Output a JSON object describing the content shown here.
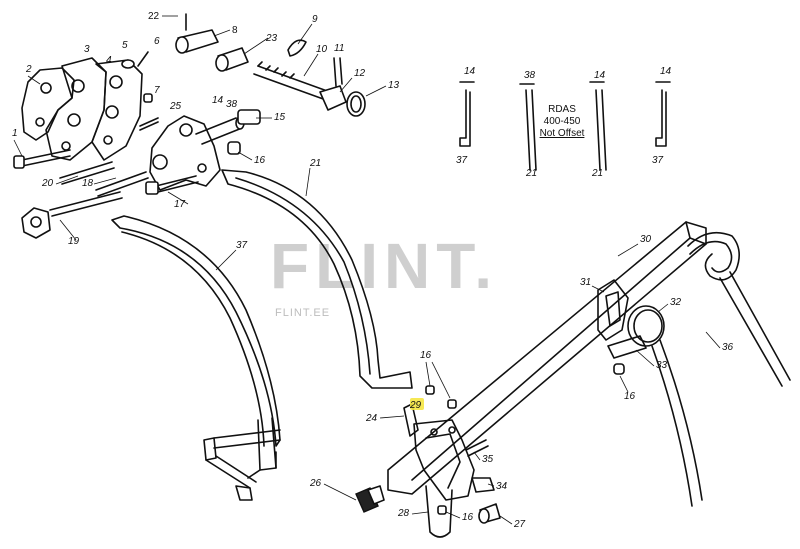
{
  "diagram": {
    "labels": [
      {
        "id": "22",
        "text": "22"
      },
      {
        "id": "8",
        "text": "8"
      },
      {
        "id": "9",
        "text": "9"
      },
      {
        "id": "6",
        "text": "6"
      },
      {
        "id": "5",
        "text": "5"
      },
      {
        "id": "3",
        "text": "3"
      },
      {
        "id": "23",
        "text": "23"
      },
      {
        "id": "10",
        "text": "10"
      },
      {
        "id": "11",
        "text": "11"
      },
      {
        "id": "4",
        "text": "4"
      },
      {
        "id": "2",
        "text": "2"
      },
      {
        "id": "12",
        "text": "12"
      },
      {
        "id": "13",
        "text": "13"
      },
      {
        "id": "7",
        "text": "7"
      },
      {
        "id": "38a",
        "text": "38"
      },
      {
        "id": "14a",
        "text": "14"
      },
      {
        "id": "25",
        "text": "25"
      },
      {
        "id": "15",
        "text": "15"
      },
      {
        "id": "1",
        "text": "1"
      },
      {
        "id": "16a",
        "text": "16"
      },
      {
        "id": "20",
        "text": "20"
      },
      {
        "id": "21a",
        "text": "21"
      },
      {
        "id": "18",
        "text": "18"
      },
      {
        "id": "17",
        "text": "17"
      },
      {
        "id": "19",
        "text": "19"
      },
      {
        "id": "37a",
        "text": "37"
      },
      {
        "id": "30",
        "text": "30"
      },
      {
        "id": "31",
        "text": "31"
      },
      {
        "id": "32",
        "text": "32"
      },
      {
        "id": "36",
        "text": "36"
      },
      {
        "id": "33",
        "text": "33"
      },
      {
        "id": "16b",
        "text": "16"
      },
      {
        "id": "16c",
        "text": "16"
      },
      {
        "id": "29",
        "text": "29"
      },
      {
        "id": "24",
        "text": "24"
      },
      {
        "id": "35",
        "text": "35"
      },
      {
        "id": "34",
        "text": "34"
      },
      {
        "id": "26",
        "text": "26"
      },
      {
        "id": "28",
        "text": "28"
      },
      {
        "id": "16d",
        "text": "16"
      },
      {
        "id": "27",
        "text": "27"
      },
      {
        "id": "14b",
        "text": "14"
      },
      {
        "id": "37b",
        "text": "37"
      },
      {
        "id": "38b",
        "text": "38"
      },
      {
        "id": "21b",
        "text": "21"
      },
      {
        "id": "14c",
        "text": "14"
      },
      {
        "id": "21c",
        "text": "21"
      },
      {
        "id": "14d",
        "text": "14"
      },
      {
        "id": "37c",
        "text": "37"
      }
    ],
    "note": {
      "line1": "RDAS",
      "line2": "400-450",
      "line3": "Not Offset"
    },
    "watermark": {
      "big": "FLINT.",
      "small": "FLINT.EE"
    },
    "highlight_color": "#f5e642"
  }
}
